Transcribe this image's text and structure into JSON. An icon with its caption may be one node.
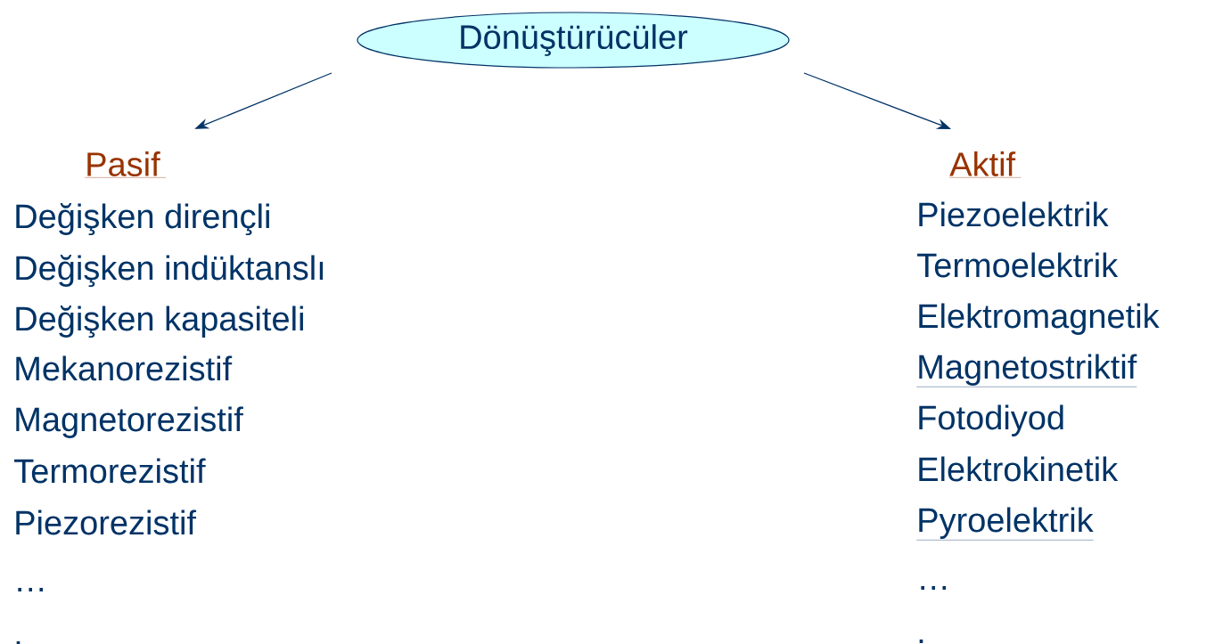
{
  "diagram": {
    "nodes": [
      {
        "text": [
          "Dönüştürücüler"
        ]
      },
      {
        "text": [
          "Pasif"
        ]
      },
      {
        "text": [
          "Aktif"
        ]
      }
    ],
    "edges": [
      {
        "from": 0,
        "to": 1,
        "arrow": "to"
      },
      {
        "from": 0,
        "to": 2,
        "arrow": "to"
      }
    ],
    "labels": [
      "Değişken dirençli",
      "Değişken indüktanslı",
      "Değişken kapasiteli",
      "Mekanorezistif",
      "Magnetorezistif",
      "Termorezistif",
      "Piezorezistif",
      "…",
      ".",
      "Piezoelektrik",
      "Termoelektrik",
      "Elektromagnetik",
      "Magnetostriktif",
      "Fotodiyod",
      "Elektrokinetik",
      "Pyroelektrik",
      "…",
      "."
    ]
  }
}
